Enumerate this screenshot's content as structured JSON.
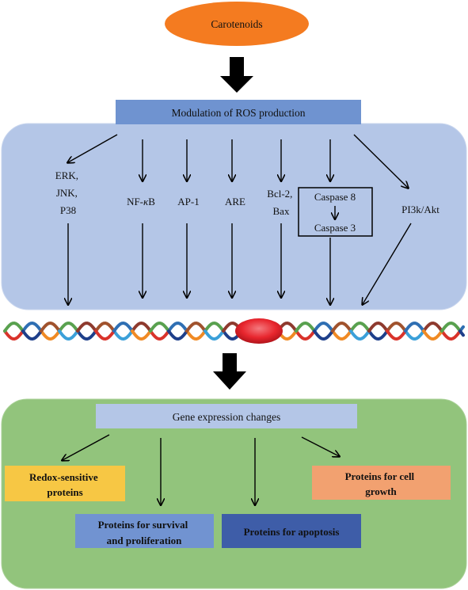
{
  "title_node": "Carotenoids",
  "modulation_label": "Modulation of ROS production",
  "pathways": {
    "erk_lines": [
      "ERK,",
      "JNK,",
      "P38"
    ],
    "nfkb_prefix": "NF-",
    "nfkb_kappa": "κ",
    "nfkb_suffix": "B",
    "ap1": "AP-1",
    "are": "ARE",
    "bcl_lines": [
      "Bcl-2,",
      "Bax"
    ],
    "caspase8": "Caspase 8",
    "caspase3": "Caspase 3",
    "pi3k": "PI3k/Akt"
  },
  "gene_label": "Gene expression changes",
  "outputs": {
    "redox": [
      "Redox-sensitive",
      "proteins"
    ],
    "survival": [
      "Proteins for survival",
      "and proliferation"
    ],
    "apoptosis": "Proteins for apoptosis",
    "growth": [
      "Proteins for cell",
      "growth"
    ]
  },
  "colors": {
    "orange_node": "#F47B20",
    "top_panel": "#B4C6E7",
    "bottom_panel": "#92C47C",
    "header_blue": "#6F93D0",
    "gene_box": "#B4C6E7",
    "redox": "#F7C744",
    "survival": "#7193D1",
    "apoptosis": "#3E5DA8",
    "growth": "#F2A170",
    "red_ellipse": "#E8262E"
  }
}
